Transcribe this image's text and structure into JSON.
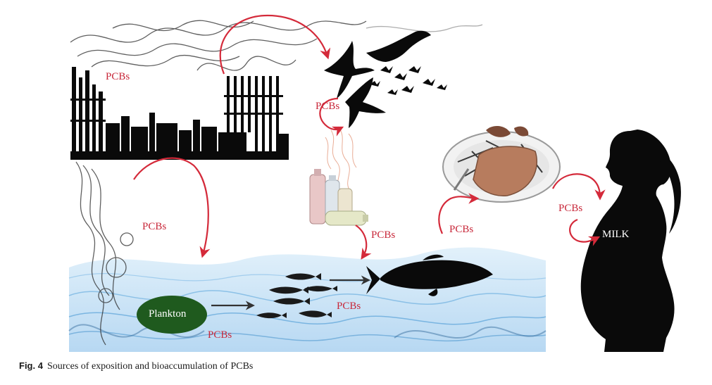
{
  "figure": {
    "number": "Fig. 4",
    "caption": "Sources of exposition and bioaccumulation of PCBs"
  },
  "labels": {
    "pcb_factory": "PCBs",
    "pcb_birds": "PCBs",
    "pcb_smoke": "PCBs",
    "pcb_bottles": "PCBs",
    "pcb_plate": "PCBs",
    "pcb_mother": "PCBs",
    "pcb_plankton": "PCBs",
    "pcb_fish": "PCBs",
    "plankton": "Plankton",
    "milk": "MILK"
  },
  "colors": {
    "arrow_red": "#d42a3a",
    "label_red": "#c8283a",
    "plankton_fill": "#1f5a1e",
    "silhouette": "#0a0a0a",
    "water": "#8fc3e8"
  }
}
